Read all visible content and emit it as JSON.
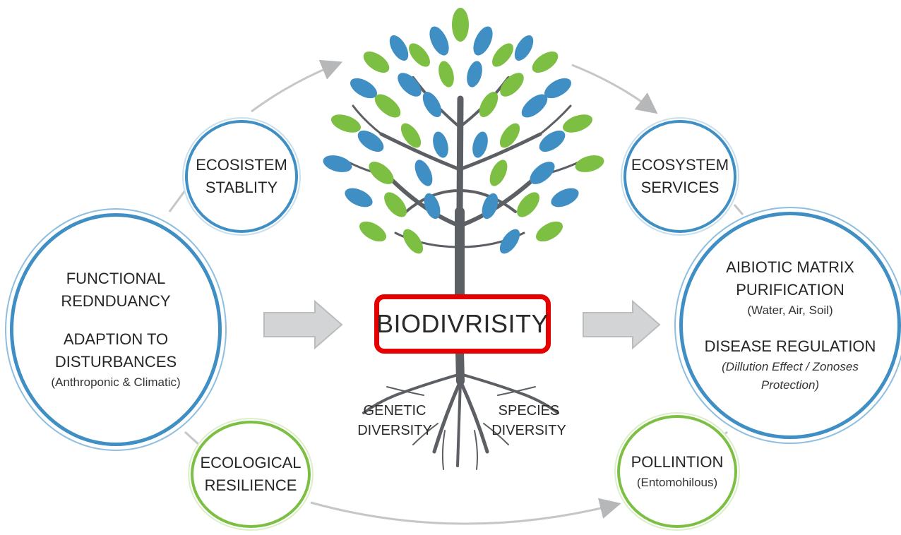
{
  "center": {
    "label": "BIODIVRISITY"
  },
  "roots": {
    "left": [
      "GENETIC",
      "DIVERSITY"
    ],
    "right": [
      "SPECIES",
      "DIVERSITY"
    ]
  },
  "nodes": {
    "ecosystem_stability": {
      "lines": [
        "ECOSISTEM",
        "STABLITY"
      ]
    },
    "ecosystem_services": {
      "lines": [
        "ECOSYSTEM",
        "SERVICES"
      ]
    },
    "functional": {
      "title_lines": [
        "FUNCTIONAL",
        "REDNDUANCY"
      ],
      "adaption_lines": [
        "ADAPTION TO",
        "DISTURBANCES"
      ],
      "note": "(Anthroponic & Climatic)"
    },
    "abiotic": {
      "title_lines": [
        "AIBIOTIC MATRIX",
        "PURIFICATION"
      ],
      "note": "(Water, Air, Soil)",
      "disease_title": "DISEASE REGULATION",
      "disease_note_lines": [
        "(Dillution Effect / Zonoses",
        "Protection)"
      ]
    },
    "resilience": {
      "lines": [
        "ECOLOGICAL",
        "RESILIENCE"
      ]
    },
    "pollination": {
      "title": "POLLINTION",
      "note": "(Entomohilous)"
    }
  },
  "colors": {
    "blue": "#3f8fc4",
    "green": "#7cbf43",
    "highlight": "#e60000",
    "trunk": "#5c5f63",
    "arrow": "#b5b7b9"
  }
}
